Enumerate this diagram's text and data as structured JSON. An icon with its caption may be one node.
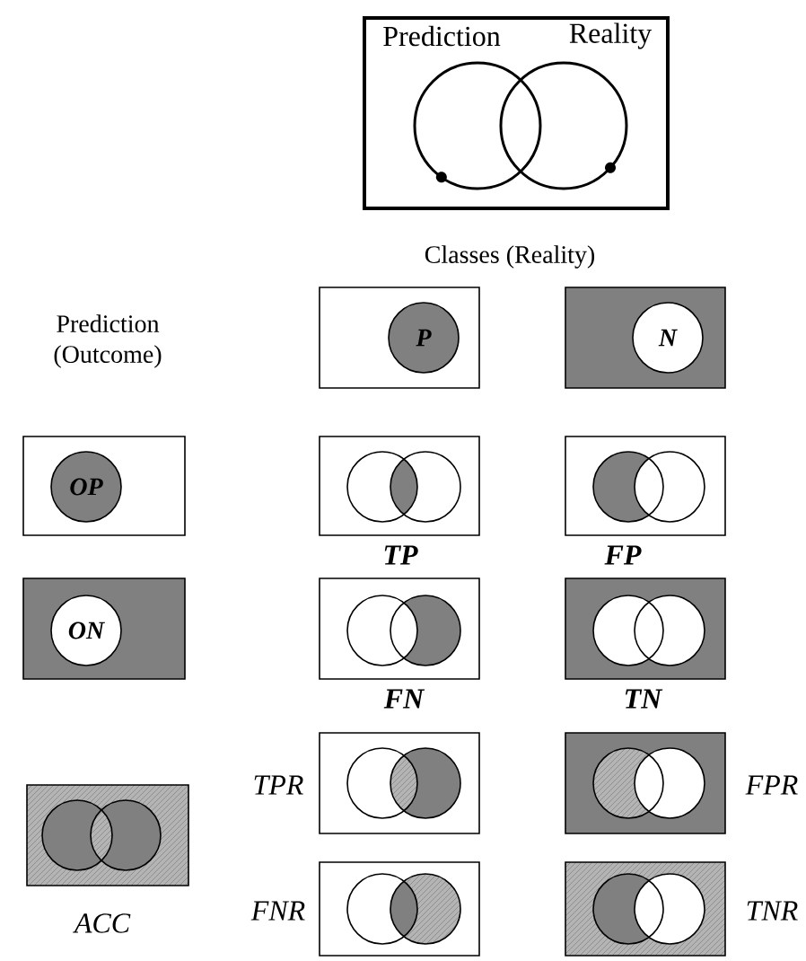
{
  "diagram": {
    "nodes": [
      {
        "text": [
          "Prediction",
          "Reality"
        ]
      },
      {
        "text": [
          "P"
        ]
      },
      {
        "text": [
          "N"
        ]
      },
      {
        "text": [
          "OP"
        ]
      },
      {
        "text": [],
        "shape": "box",
        "beside": [
          "TP"
        ]
      },
      {
        "text": [],
        "shape": "box",
        "beside": [
          "FP"
        ]
      },
      {
        "text": [
          "ON"
        ]
      },
      {
        "text": [],
        "shape": "box",
        "beside": [
          "FN"
        ]
      },
      {
        "text": [],
        "shape": "box",
        "beside": [
          "TN"
        ]
      },
      {
        "text": [],
        "shape": "box",
        "beside": [
          "TPR"
        ]
      },
      {
        "text": [],
        "shape": "box",
        "beside": [
          "FPR"
        ]
      },
      {
        "text": [],
        "shape": "box",
        "beside": [
          "ACC"
        ]
      },
      {
        "text": [],
        "shape": "box",
        "beside": [
          "FNR"
        ]
      },
      {
        "text": [],
        "shape": "box",
        "beside": [
          "TNR"
        ]
      }
    ],
    "labels": [
      "Classes (Reality)",
      "Prediction (Outcome)"
    ]
  }
}
